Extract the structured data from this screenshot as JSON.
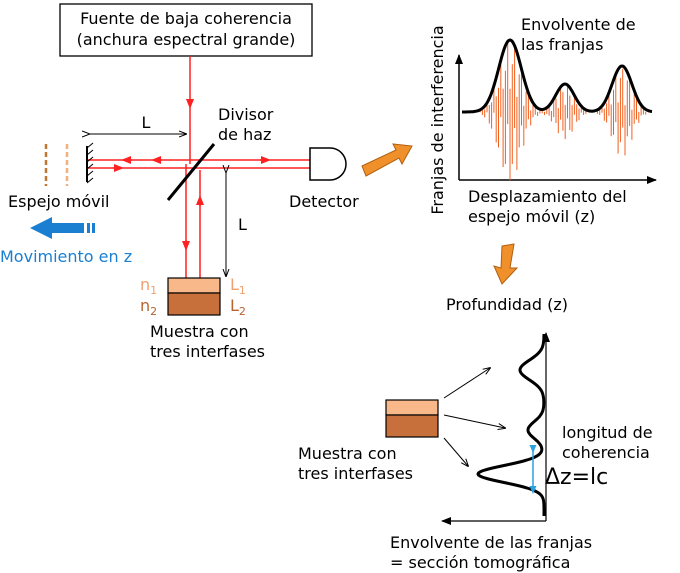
{
  "source_box": {
    "line1": "Fuente de baja coherencia",
    "line2": "(anchura espectral grande)"
  },
  "splitter_label": {
    "line1": "Divisor",
    "line2": "de haz"
  },
  "arm_length_label": "L",
  "arm_length_label_vertical": "L",
  "mirror_label": "Espejo móvil",
  "movement_label": "Movimiento en z",
  "detector_label": "Detector",
  "sample_layers": {
    "n1": "n",
    "n1_sub": "1",
    "n2": "n",
    "n2_sub": "2",
    "L1": "L",
    "L1_sub": "1",
    "L2": "L",
    "L2_sub": "2"
  },
  "sample_caption": {
    "line1": "Muestra con",
    "line2": "tres interfases"
  },
  "fringe_plot": {
    "ylabel": "Franjas de interferencia",
    "envelope_label": {
      "line1": "Envolvente de",
      "line2": "las franjas"
    },
    "xlabel": {
      "line1": "Desplazamiento del",
      "line2": "espejo móvil (z)"
    }
  },
  "depth_plot": {
    "axis_label": "Profundidad (z)",
    "sample_caption": {
      "line1": "Muestra con",
      "line2": "tres interfases"
    },
    "coherence_label": {
      "line1": "longitud de",
      "line2": "coherencia"
    },
    "delta_label": "Δz=lc",
    "bottom_caption": {
      "line1": "Envolvente de las franjas",
      "line2": "= sección tomográfica"
    }
  },
  "colors": {
    "beam": "#ff2020",
    "fringes": "#f06020",
    "arrow_orange": "#f0902a",
    "move_blue": "#1a7fd0",
    "layer_light": "#f8b88a",
    "layer_dark": "#c8703c",
    "label_light": "#f0a070",
    "label_dark": "#b8642e",
    "delta_blue": "#2aa0e0"
  }
}
